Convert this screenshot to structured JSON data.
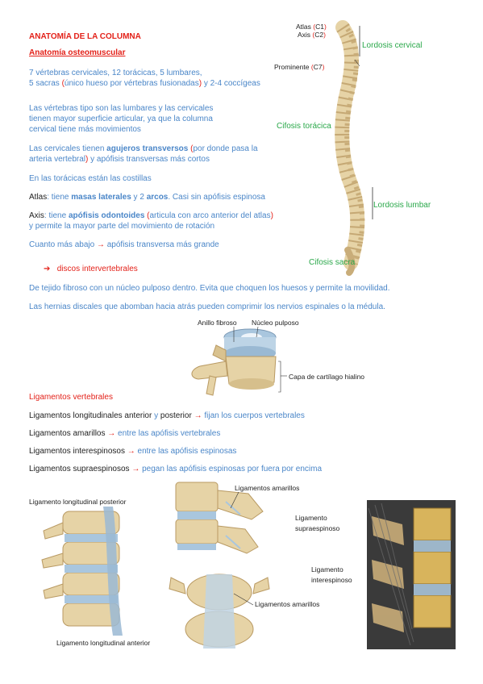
{
  "title": "ANATOMÍA DE LA COLUMNA",
  "subtitle": "Anatomía osteomuscular",
  "counts": {
    "line1": "7 vértebras cervicales, 12 torácicas, 5 lumbares,",
    "line2a": "5 sacras ",
    "line2b": "(",
    "line2c": "único hueso por vértebras fusionadas",
    "line2d": ")",
    "line2e": " y 2-4 coccígeas"
  },
  "tipo": {
    "line1": "Las vértebras tipo son las lumbares y las cervicales",
    "line2": "tienen mayor superficie articular, ya que la columna",
    "line3": "cervical tiene más movimientos"
  },
  "cervicales": {
    "a": "Las cervicales tienen ",
    "b": "agujeros transversos",
    "c": " (",
    "d": "por donde pasa la",
    "e": "arteria vertebral",
    "f": ")",
    "g": " y apófisis transversas más cortos"
  },
  "toracicas": "En las torácicas están las costillas",
  "atlas": {
    "a": "Atlas",
    "b": ": tiene ",
    "c": "masas laterales",
    "d": " y 2 ",
    "e": "arcos",
    "f": ". Casi sin apófisis espinosa"
  },
  "axis": {
    "a": "Axis",
    "b": ": tiene ",
    "c": "apófisis odontoides",
    "d": " (",
    "e": "articula con arco anterior del atlas",
    "f": ")",
    "g": "y permite la mayor parte del movimiento de rotación"
  },
  "abajo": {
    "a": "Cuanto más abajo ",
    "arrow": "→",
    "b": " apófisis transversa más grande"
  },
  "discos": {
    "arrow": "➔",
    "label": "discos intervertebrales"
  },
  "fibroso": "De tejido fibroso con un núcleo pulposo dentro. Evita que choquen los huesos y permite la movilidad.",
  "hernias": "Las hernias discales que abomban hacia atrás pueden comprimir los nervios espinales o la médula.",
  "spine_labels": {
    "atlas": "Atlas (C1)",
    "axis": "Axis (C2)",
    "prominente": "Prominente (C7)",
    "lordosis_cervical": "Lordosis cervical",
    "cifosis_toracica": "Cifosis torácica",
    "lordosis_lumbar": "Lordosis lumbar",
    "cifosis_sacra": "Cifosis sacra"
  },
  "spine_label_parts": {
    "atlas_a": "Atlas ",
    "atlas_b": "(",
    "atlas_c": "C1",
    "atlas_d": ")",
    "axis_a": "Axis ",
    "axis_b": "(",
    "axis_c": "C2",
    "axis_d": ")",
    "prom_a": "Prominente ",
    "prom_b": "(",
    "prom_c": "C7",
    "prom_d": ")"
  },
  "disc_labels": {
    "anillo": "Anillo fibroso",
    "nucleo": "Núcleo pulposo",
    "capa": "Capa de cartílago hialino"
  },
  "ligamentos": {
    "heading": "Ligamentos vertebrales",
    "l1a": "Ligamentos longitudinales anterior ",
    "l1b": "y",
    "l1c": " posterior ",
    "l1arrow": "→",
    "l1d": " fijan los cuerpos vertebrales",
    "l2a": "Ligamentos amarillos ",
    "l2arrow": "→",
    "l2b": " entre las apófisis vertebrales",
    "l3a": "Ligamentos interespinosos ",
    "l3arrow": "→",
    "l3b": " entre las apófisis espinosas",
    "l4a": "Ligamentos supraespinosos ",
    "l4arrow": "→",
    "l4b": " pegan las apófisis espinosas por fuera por encima"
  },
  "figure_labels": {
    "long_post": "Ligamento longitudinal posterior",
    "amarillos_top": "Ligamentos amarillos",
    "supra_1": "Ligamento",
    "supra_2": "supraespinoso",
    "inter_1": "Ligamento",
    "inter_2": "interespinoso",
    "amarillos_bottom": "Ligamentos amarillos",
    "long_ant": "Ligamento longitudinal anterior"
  },
  "colors": {
    "red": "#e32119",
    "blue": "#4a86c8",
    "green": "#2aa84a",
    "bone": "#e6d3a6",
    "bone_dark": "#b99a63",
    "disc": "#a9c6de"
  }
}
